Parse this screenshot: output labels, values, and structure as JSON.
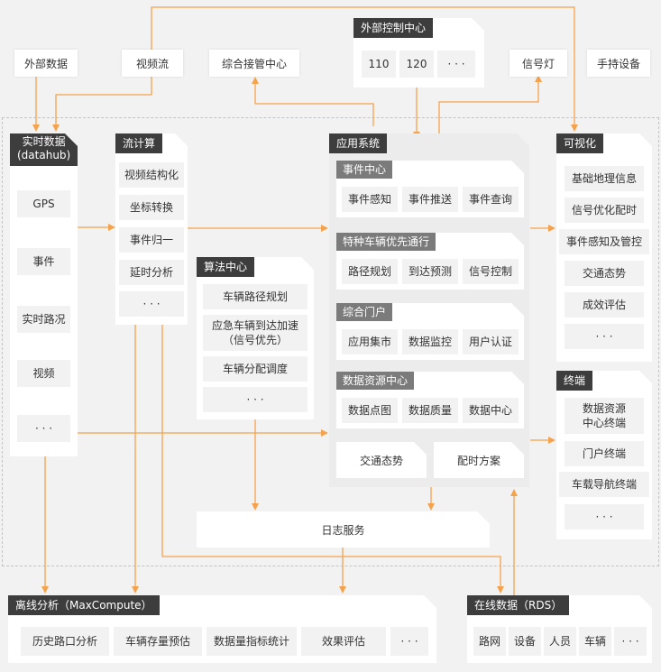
{
  "top": {
    "external_data": "外部数据",
    "video_stream": "视频流",
    "takeover_center": "综合接管中心",
    "external_control": {
      "title": "外部控制中心",
      "items": [
        "110",
        "120",
        "· · ·"
      ]
    },
    "signal_light": "信号灯",
    "handheld": "手持设备"
  },
  "realtime": {
    "title": "实时数据\n(datahub)",
    "items": [
      "GPS",
      "事件",
      "实时路况",
      "视频",
      "· · ·"
    ]
  },
  "stream": {
    "title": "流计算",
    "items": [
      "视频结构化",
      "坐标转换",
      "事件归一",
      "延时分析",
      "· · ·"
    ]
  },
  "algo": {
    "title": "算法中心",
    "items": [
      "车辆路径规划",
      "应急车辆到达加速\n（信号优先）",
      "车辆分配调度",
      "· · ·"
    ]
  },
  "app": {
    "title": "应用系统",
    "groups": [
      {
        "title": "事件中心",
        "items": [
          "事件感知",
          "事件推送",
          "事件查询"
        ]
      },
      {
        "title": "特种车辆优先通行",
        "items": [
          "路径规划",
          "到达预测",
          "信号控制"
        ]
      },
      {
        "title": "综合门户",
        "items": [
          "应用集市",
          "数据监控",
          "用户认证"
        ]
      },
      {
        "title": "数据资源中心",
        "items": [
          "数据点图",
          "数据质量",
          "数据中心"
        ]
      }
    ],
    "bottom": [
      "交通态势",
      "配时方案"
    ]
  },
  "visual": {
    "title": "可视化",
    "items": [
      "基础地理信息",
      "信号优化配时",
      "事件感知及管控",
      "交通态势",
      "成效评估",
      "· · ·"
    ]
  },
  "terminal": {
    "title": "终端",
    "items": [
      "数据资源\n中心终端",
      "门户终端",
      "车载导航终端",
      "· · ·"
    ]
  },
  "log": "日志服务",
  "offline": {
    "title": "离线分析（MaxCompute）",
    "items": [
      "历史路口分析",
      "车辆存量预估",
      "数据量指标统计",
      "效果评估",
      "· · ·"
    ]
  },
  "online": {
    "title": "在线数据（RDS）",
    "items": [
      "路网",
      "设备",
      "人员",
      "车辆",
      "· · ·"
    ]
  },
  "colors": {
    "arrow": "#f5a24c",
    "title_dark": "#3d3d3d",
    "title_sub": "#7b7b7b",
    "item_bg": "#f2f2f2"
  }
}
